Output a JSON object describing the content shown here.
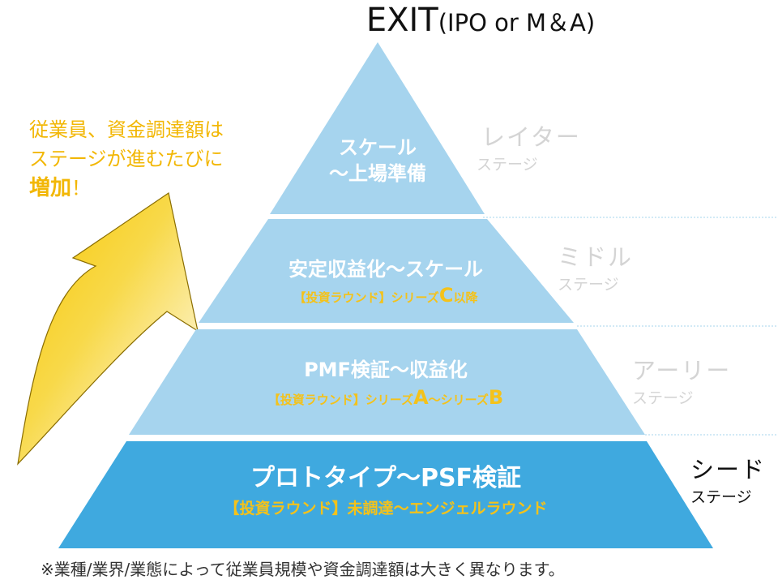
{
  "title": {
    "main": "EXIT",
    "sub": "(IPO or M＆A)"
  },
  "side_note": {
    "line1": "従業員、資金調達額は",
    "line2": "ステージが進むたびに",
    "emphasis": "増加",
    "suffix": "！"
  },
  "tiers": {
    "scale": {
      "line1": "スケール",
      "line2": "〜上場準備"
    },
    "middle": {
      "label": "安定収益化〜スケール",
      "round_prefix": "【投資ラウンド】シリーズ",
      "round_letter": "C",
      "round_suffix": "以降"
    },
    "early": {
      "label": "PMF検証〜収益化",
      "round_prefix": "【投資ラウンド】シリーズ",
      "round_letter": "A",
      "round_mid": "〜シリーズ",
      "round_letter2": "B"
    },
    "seed": {
      "label": "プロトタイプ〜PSF検証",
      "round": "【投資ラウンド】未調達〜エンジェルラウンド"
    }
  },
  "stages": {
    "later": {
      "name": "レイター",
      "sub": "ステージ"
    },
    "middle": {
      "name": "ミドル",
      "sub": "ステージ"
    },
    "early": {
      "name": "アーリー",
      "sub": "ステージ"
    },
    "seed": {
      "name": "シード",
      "sub": "ステージ"
    }
  },
  "footnote": "※業種/業界/業態によって従業員規模や資金調達額は大きく異なります。",
  "colors": {
    "pyramid_light": "#A6D4EE",
    "pyramid_seed": "#3FA9DF",
    "accent": "#F2B705",
    "stage_inactive": "#D4D4D4"
  }
}
